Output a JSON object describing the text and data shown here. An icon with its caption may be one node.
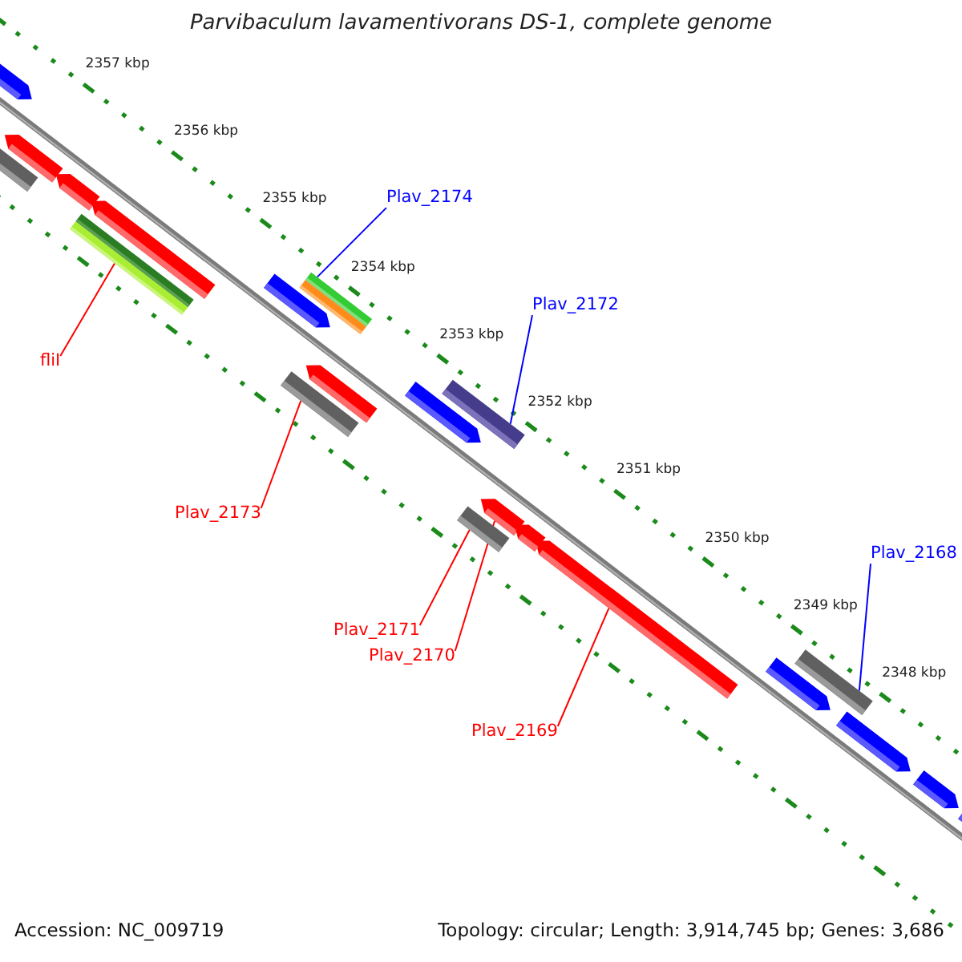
{
  "diagram": {
    "title": "Parvibaculum lavamentivorans DS-1, complete genome",
    "nodes": [
      {
        "text": [
          "Plav_2174"
        ]
      },
      {
        "text": [],
        "shape": "bar"
      },
      {
        "text": [
          "Plav_2172"
        ]
      },
      {
        "text": [],
        "shape": "bar"
      },
      {
        "text": [
          "Plav_2168"
        ]
      },
      {
        "text": [],
        "shape": "bar"
      },
      {
        "text": [
          "fliI"
        ]
      },
      {
        "text": [],
        "shape": "bar"
      },
      {
        "text": [
          "Plav_2173"
        ]
      },
      {
        "text": [],
        "shape": "bar"
      },
      {
        "text": [
          "Plav_2171"
        ]
      },
      {
        "text": [],
        "shape": "bar"
      },
      {
        "text": [
          "Plav_2170"
        ]
      },
      {
        "text": [],
        "shape": "arrow"
      },
      {
        "text": [
          "Plav_2169"
        ]
      },
      {
        "text": [],
        "shape": "arrow"
      },
      {
        "text": [],
        "shape": "arrow"
      },
      {
        "text": [],
        "shape": "arrow"
      },
      {
        "text": [],
        "shape": "arrow"
      },
      {
        "text": [],
        "shape": "arrow"
      },
      {
        "text": [],
        "shape": "arrow"
      },
      {
        "text": [],
        "shape": "arrow"
      },
      {
        "text": [],
        "shape": "arrow"
      },
      {
        "text": [],
        "shape": "arrow"
      },
      {
        "text": [],
        "shape": "arrow"
      },
      {
        "text": [],
        "shape": "arrow"
      },
      {
        "text": [],
        "shape": "arrow"
      },
      {
        "text": [],
        "shape": "arrow"
      },
      {
        "text": [],
        "shape": "bar"
      }
    ],
    "edges": [
      {
        "from": 0,
        "to": 1,
        "arrow": "none",
        "color": "#0000ff"
      },
      {
        "from": 2,
        "to": 3,
        "arrow": "none",
        "color": "#0000ff"
      },
      {
        "from": 4,
        "to": 5,
        "arrow": "none",
        "color": "#0000ff"
      },
      {
        "from": 6,
        "to": 7,
        "arrow": "none"
      },
      {
        "from": 8,
        "to": 9,
        "arrow": "none"
      },
      {
        "from": 10,
        "to": 11,
        "arrow": "none"
      },
      {
        "from": 12,
        "to": 13,
        "arrow": "none"
      },
      {
        "from": 14,
        "to": 15,
        "arrow": "none"
      }
    ],
    "labels": [
      "2357 kbp",
      "2356 kbp",
      "2355 kbp",
      "2354 kbp",
      "2353 kbp",
      "2352 kbp",
      "2351 kbp",
      "2350 kbp",
      "2349 kbp",
      "2348 kbp",
      "Accession: NC_009719",
      "Topology: circular; Length: 3,914,745 bp; Genes: 3,686"
    ]
  }
}
